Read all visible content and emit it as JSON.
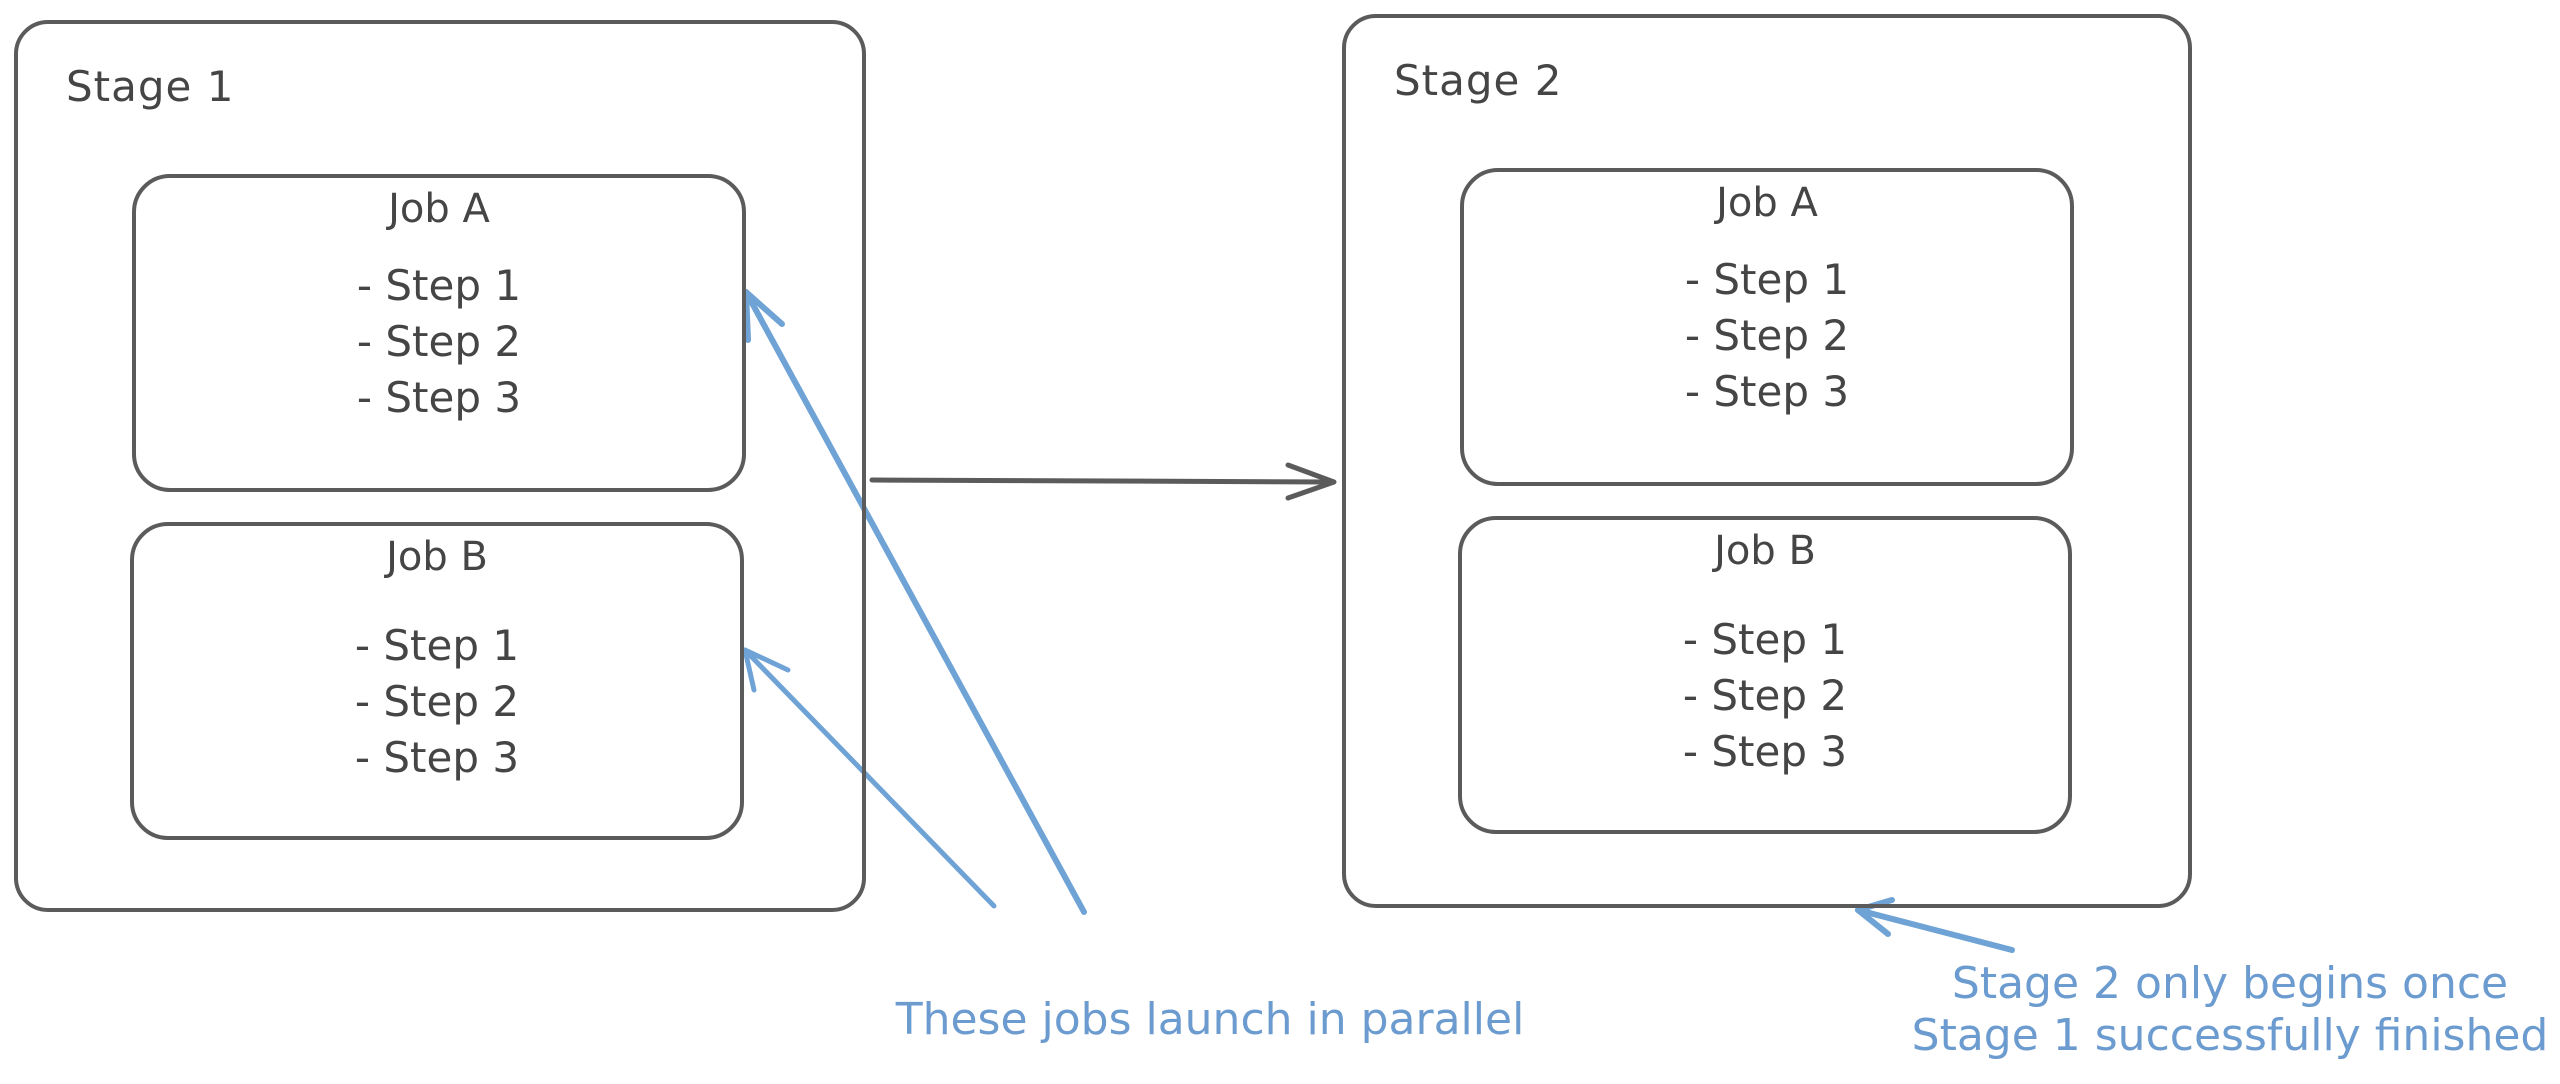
{
  "stages": [
    {
      "title": "Stage 1",
      "jobs": [
        {
          "title": "Job A",
          "steps": [
            "- Step 1",
            "- Step 2",
            "- Step 3"
          ]
        },
        {
          "title": "Job B",
          "steps": [
            "- Step 1",
            "- Step 2",
            "- Step 3"
          ]
        }
      ]
    },
    {
      "title": "Stage 2",
      "jobs": [
        {
          "title": "Job A",
          "steps": [
            "- Step 1",
            "- Step 2",
            "- Step 3"
          ]
        },
        {
          "title": "Job B",
          "steps": [
            "- Step 1",
            "- Step 2",
            "- Step 3"
          ]
        }
      ]
    }
  ],
  "notes": {
    "parallel": "These jobs launch in parallel",
    "sequence_line1": "Stage 2 only begins once",
    "sequence_line2": "Stage 1 successfully finished"
  },
  "colors": {
    "stroke": "#5b5b5b",
    "text": "#454545",
    "annotation": "#6b9bcf"
  }
}
